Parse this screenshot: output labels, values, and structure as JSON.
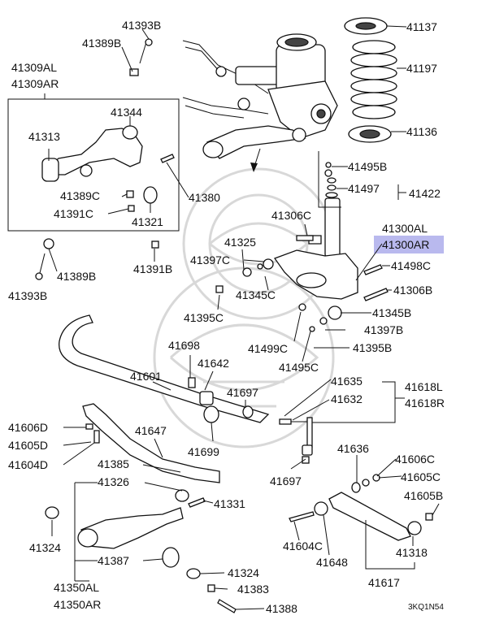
{
  "diagram": {
    "highlight_color": "#b9b9ee",
    "code": "3KQ1N54",
    "labels": {
      "l41393b_top": "41393B",
      "l41389b_top": "41389B",
      "l41309al": "41309AL",
      "l41309ar": "41309AR",
      "l41344": "41344",
      "l41313": "41313",
      "l41389c": "41389C",
      "l41391c": "41391C",
      "l41321": "41321",
      "l41380": "41380",
      "l41389b_bot": "41389B",
      "l41393b_bot": "41393B",
      "l41391b": "41391B",
      "l41137": "41137",
      "l41197": "41197",
      "l41136": "41136",
      "l41495b": "41495B",
      "l41497": "41497",
      "l41422": "41422",
      "l41306c": "41306C",
      "l41300al": "41300AL",
      "l41300ar": "41300AR",
      "l41498c": "41498C",
      "l41306b": "41306B",
      "l41345b": "41345B",
      "l41397b": "41397B",
      "l41395b": "41395B",
      "l41325": "41325",
      "l41397c": "41397C",
      "l41345c": "41345C",
      "l41395c": "41395C",
      "l41499c": "41499C",
      "l41495c": "41495C",
      "l41698": "41698",
      "l41642": "41642",
      "l41601": "41601",
      "l41697_a": "41697",
      "l41635": "41635",
      "l41632": "41632",
      "l41618l": "41618L",
      "l41618r": "41618R",
      "l41606d": "41606D",
      "l41605d": "41605D",
      "l41604d": "41604D",
      "l41647": "41647",
      "l41699": "41699",
      "l41697_b": "41697",
      "l41385": "41385",
      "l41326": "41326",
      "l41331": "41331",
      "l41636": "41636",
      "l41606c": "41606C",
      "l41605c": "41605C",
      "l41605b": "41605B",
      "l41324_a": "41324",
      "l41387": "41387",
      "l41350al": "41350AL",
      "l41350ar": "41350AR",
      "l41324_b": "41324",
      "l41383": "41383",
      "l41388": "41388",
      "l41604c": "41604C",
      "l41648": "41648",
      "l41318": "41318",
      "l41617": "41617"
    }
  }
}
